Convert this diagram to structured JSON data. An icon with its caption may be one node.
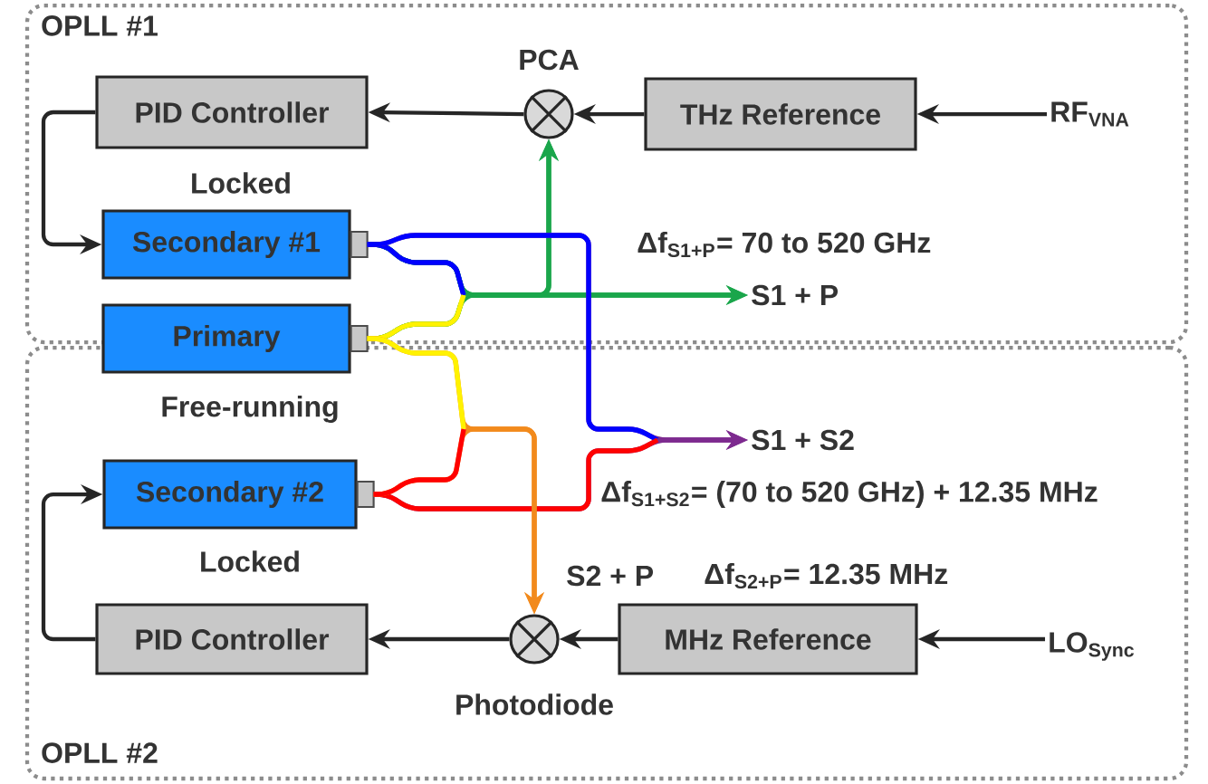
{
  "diagram": {
    "nodes": [
      {
        "text": [
          "OPLL #1"
        ]
      },
      {
        "text": [
          "PID Controller"
        ],
        "in": 0
      },
      {
        "text": [],
        "shape": "circle",
        "beside": [
          "PCA"
        ],
        "in": 0
      },
      {
        "text": [
          "THz Reference"
        ],
        "in": 0
      },
      {
        "text": [
          "RF$_{VNA}$"
        ],
        "in": 0
      },
      {
        "text": [
          "Secondary #1"
        ],
        "beside": [
          "Locked"
        ],
        "in": 0
      },
      {
        "text": [
          "Primary"
        ],
        "beside": [
          "Free-running"
        ]
      },
      {
        "text": [
          "S1 + P"
        ],
        "in": 0
      },
      {
        "text": [
          "OPLL #2"
        ]
      },
      {
        "text": [
          "Secondary #2"
        ],
        "beside": [
          "Locked"
        ],
        "in": 8
      },
      {
        "text": [
          "S1 + S2"
        ],
        "in": 8
      },
      {
        "text": [],
        "shape": "circle",
        "beside": [
          "Photodiode"
        ],
        "in": 8
      },
      {
        "text": [
          "PID Controller"
        ],
        "in": 8
      },
      {
        "text": [
          "MHz Reference"
        ],
        "in": 8
      },
      {
        "text": [
          "LO$_{Sync}$"
        ],
        "in": 8
      }
    ],
    "edges": [
      {
        "from": 4,
        "to": 3,
        "arrow": "to"
      },
      {
        "from": 3,
        "to": 2,
        "arrow": "to"
      },
      {
        "from": 2,
        "to": 1,
        "arrow": "to"
      },
      {
        "from": 1,
        "to": 5,
        "arrow": "to"
      },
      {
        "from": 5,
        "to": 2,
        "arrow": "to",
        "color": "#1aa64b"
      },
      {
        "from": 6,
        "to": 2,
        "arrow": "to",
        "color": "#1aa64b"
      },
      {
        "from": 5,
        "to": 7,
        "arrow": "to",
        "color": "#1aa64b"
      },
      {
        "from": 6,
        "to": 7,
        "arrow": "to",
        "color": "#1aa64b"
      },
      {
        "from": 5,
        "to": 10,
        "arrow": "to",
        "color": "#7d2a8f"
      },
      {
        "from": 9,
        "to": 10,
        "arrow": "to",
        "color": "#7d2a8f"
      },
      {
        "from": 6,
        "to": 11,
        "arrow": "to",
        "color": "#f28a1c"
      },
      {
        "from": 9,
        "to": 11,
        "arrow": "to",
        "color": "#f28a1c"
      },
      {
        "from": 14,
        "to": 13,
        "arrow": "to"
      },
      {
        "from": 13,
        "to": 11,
        "arrow": "to"
      },
      {
        "from": 11,
        "to": 12,
        "arrow": "to"
      },
      {
        "from": 12,
        "to": 9,
        "arrow": "to"
      }
    ],
    "labels": [
      "Δf$_{S1+P}$= 70 to 520 GHz",
      "Δf$_{S1+S2}$= (70 to 520 GHz) + 12.35 MHz",
      "S2 + P",
      "Δf$_{S2+P}$= 12.35 MHz"
    ]
  }
}
